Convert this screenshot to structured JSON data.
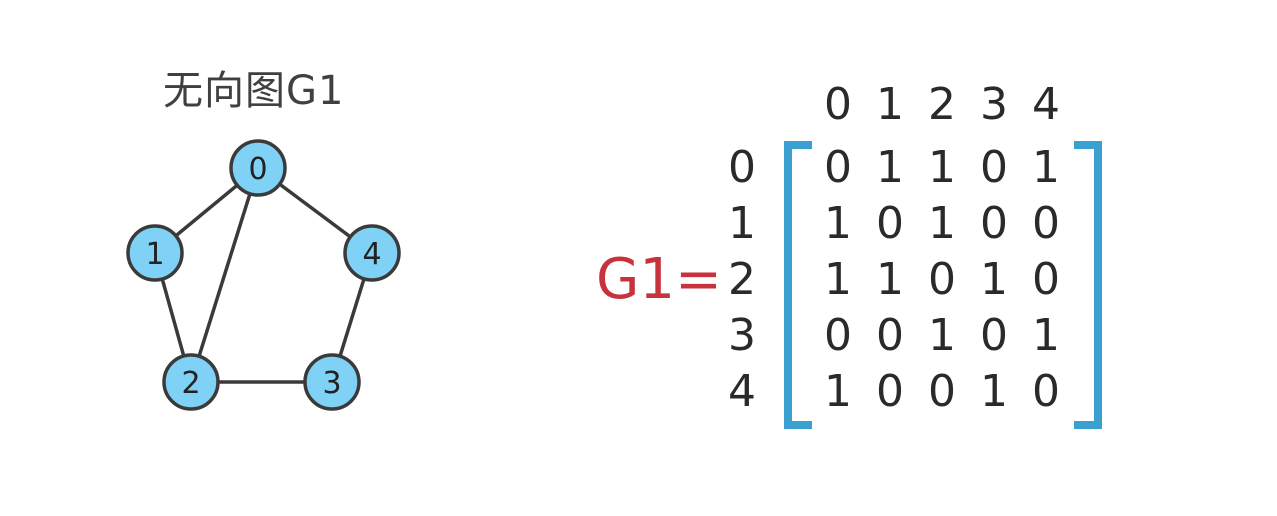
{
  "graph": {
    "title": "无向图G1",
    "nodes": [
      "0",
      "1",
      "2",
      "3",
      "4"
    ],
    "edges": [
      [
        "0",
        "1"
      ],
      [
        "0",
        "2"
      ],
      [
        "0",
        "4"
      ],
      [
        "1",
        "2"
      ],
      [
        "2",
        "3"
      ],
      [
        "3",
        "4"
      ]
    ],
    "node_fill": "#7fd1f5",
    "node_stroke": "#3a3a3a",
    "edge_color": "#3a3a3a"
  },
  "matrix": {
    "label": "G1=",
    "label_color": "#c8323c",
    "bracket_color": "#3aa0cf",
    "column_headers": [
      "0",
      "1",
      "2",
      "3",
      "4"
    ],
    "row_headers": [
      "0",
      "1",
      "2",
      "3",
      "4"
    ],
    "rows": [
      [
        "0",
        "1",
        "1",
        "0",
        "1"
      ],
      [
        "1",
        "0",
        "1",
        "0",
        "0"
      ],
      [
        "1",
        "1",
        "0",
        "1",
        "0"
      ],
      [
        "0",
        "0",
        "1",
        "0",
        "1"
      ],
      [
        "1",
        "0",
        "0",
        "1",
        "0"
      ]
    ]
  }
}
